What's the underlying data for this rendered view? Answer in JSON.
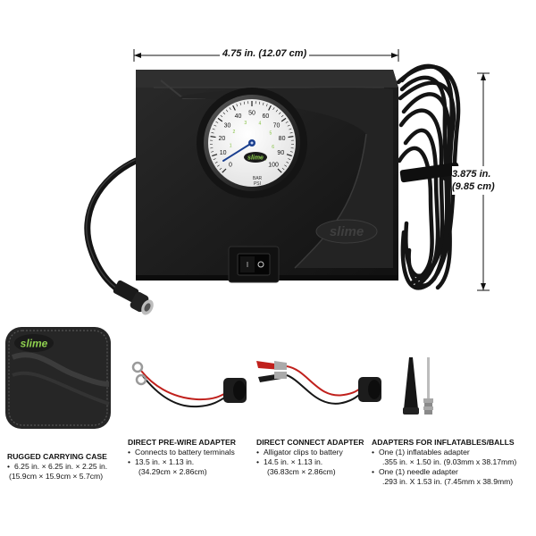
{
  "dimensions": {
    "width_label": "4.75 in. (12.07 cm)",
    "height_label_in": "3.875 in.",
    "height_label_cm": "(9.85 cm)"
  },
  "gauge": {
    "psi_ticks": [
      "0",
      "10",
      "20",
      "30",
      "40",
      "50",
      "60",
      "70",
      "80",
      "90",
      "100"
    ],
    "bar_ticks": [
      "1",
      "2",
      "3",
      "4",
      "5",
      "6",
      "7"
    ],
    "unit_bar": "BAR",
    "unit_psi": "PSI",
    "brand": "slime"
  },
  "compressor": {
    "brand": "slime"
  },
  "case": {
    "brand": "slime"
  },
  "captions": {
    "case": {
      "title": "RUGGED CARRYING CASE",
      "lines": [
        "6.25 in. × 6.25 in. × 2.25 in.",
        "(15.9cm × 15.9cm × 5.7cm)"
      ]
    },
    "prewire": {
      "title": "DIRECT PRE-WIRE ADAPTER",
      "lines": [
        "Connects to battery terminals",
        "13.5 in. × 1.13 in.",
        "(34.29cm × 2.86cm)"
      ]
    },
    "direct": {
      "title": "DIRECT CONNECT ADAPTER",
      "lines": [
        "Alligator clips to battery",
        "14.5 in. × 1.13 in.",
        "(36.83cm × 2.86cm)"
      ]
    },
    "adapters": {
      "title": "ADAPTERS FOR INFLATABLES/BALLS",
      "lines": [
        "One (1) inflatables adapter",
        ".355 in. × 1.50 in. (9.03mm x 38.17mm)",
        "One (1) needle adapter",
        ".293 in. X  1.53 in. (7.45mm x 38.9mm)"
      ]
    }
  },
  "colors": {
    "body": "#1b1b1b",
    "gauge_ring": "#2a2a2a",
    "gauge_face": "#f6f6f6",
    "needle": "#1a3f8f",
    "brand_green": "#7fbf3a",
    "wire_red": "#c0201c",
    "wire_black": "#161616"
  }
}
